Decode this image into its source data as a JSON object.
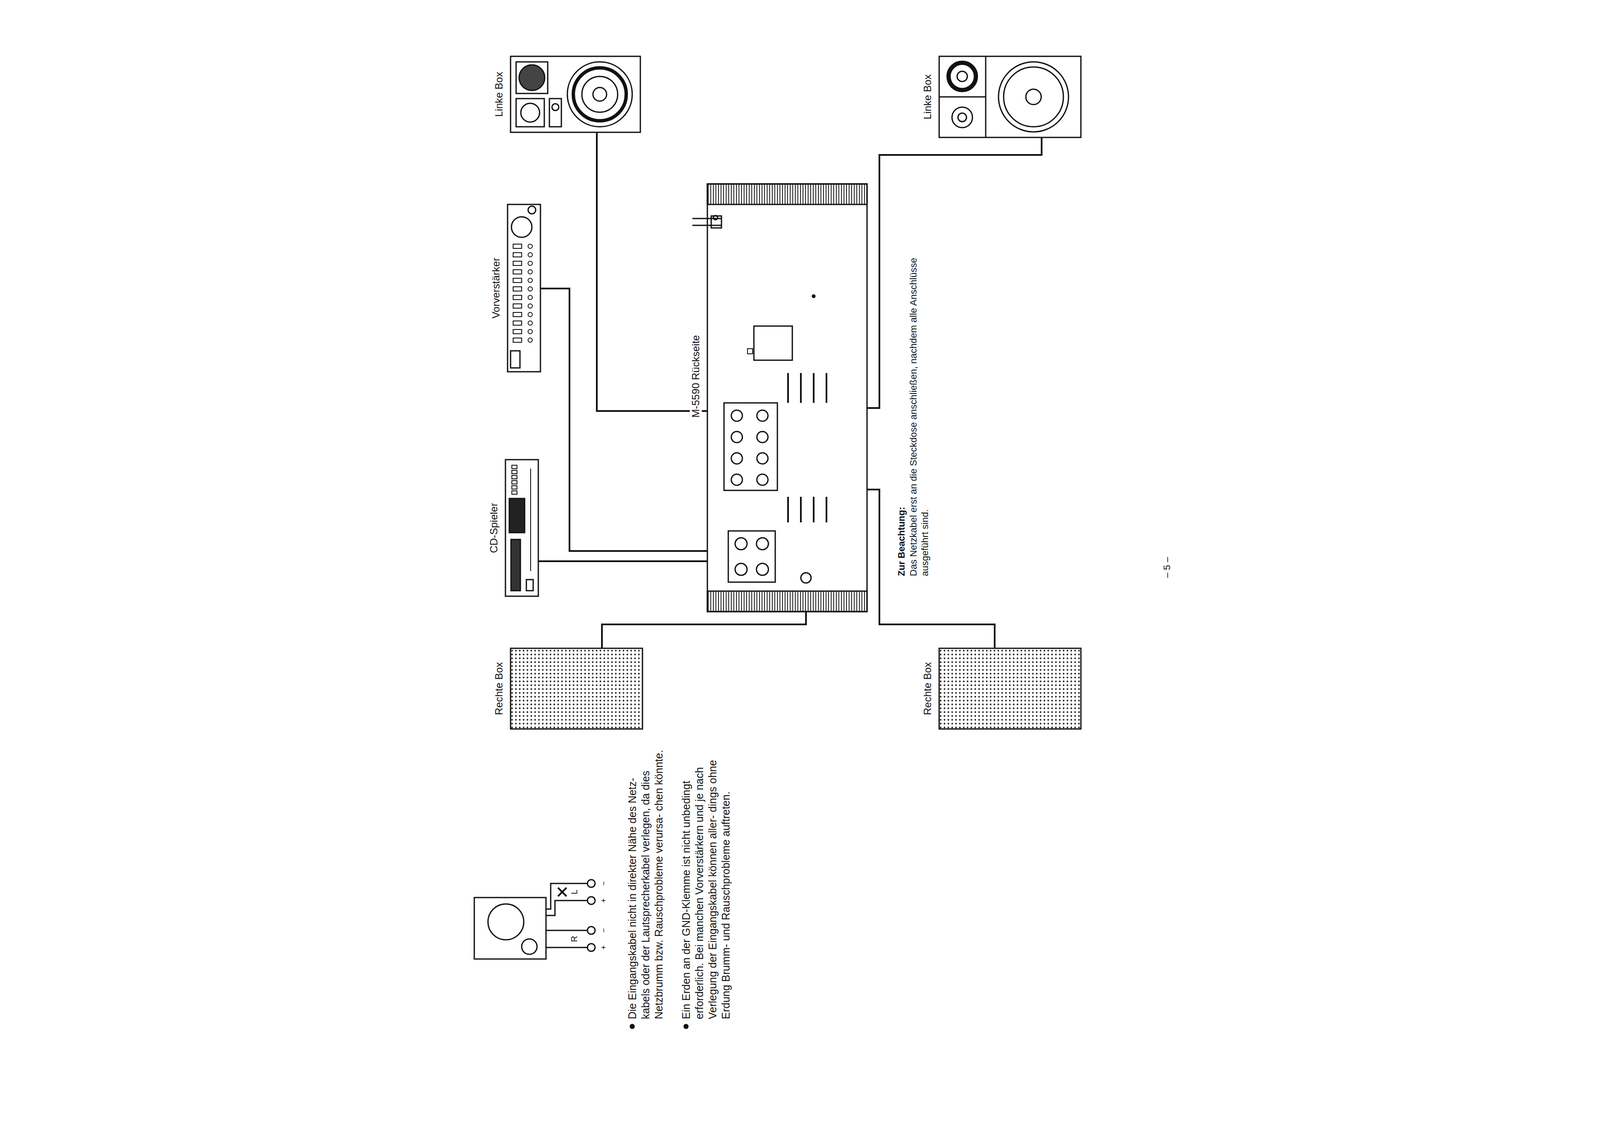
{
  "diagram": {
    "nodes": [
      {
        "text": [
          "Linke Box"
        ]
      },
      {
        "text": [
          "Vorverstärker"
        ]
      },
      {
        "text": [
          "CD-Spieler"
        ]
      },
      {
        "text": [
          "Rechte Box"
        ]
      },
      {
        "text": [
          "M-5590 Rückseite"
        ]
      },
      {
        "text": [
          "Linke Box"
        ]
      },
      {
        "text": [
          "Rechte Box"
        ]
      }
    ],
    "edges": [
      {
        "from": 0,
        "to": 4,
        "arrow": "none"
      },
      {
        "from": 1,
        "to": 4,
        "arrow": "none"
      },
      {
        "from": 2,
        "to": 4,
        "arrow": "none"
      },
      {
        "from": 3,
        "to": 4,
        "arrow": "none"
      },
      {
        "from": 5,
        "to": 4,
        "arrow": "none"
      },
      {
        "from": 6,
        "to": 4,
        "arrow": "none"
      }
    ],
    "labels": [
      "Zur Beachtung:",
      "Das Netzkabel erst an die Steckdose anschließen, nachdem alle Anschlüsse ausgeführt sind.",
      "– 5 –",
      "R",
      "L",
      "+",
      "−",
      "+",
      "−",
      "Die Eingangskabel nicht in direkter Nähe des Netz- kabels oder der Lautsprecherkabel verlegen, da dies Netzbrumm bzw. Rauschprobleme verursa- chen könnte.",
      "Ein Erden an der GND-Klemme ist nicht unbedingt erforderlich. Bei manchen Vorverstärkern und je nach Verlegung der Eingangskabel können aller- dings ohne Erdung Brumm- und Rauschprobleme auftreten."
    ]
  }
}
